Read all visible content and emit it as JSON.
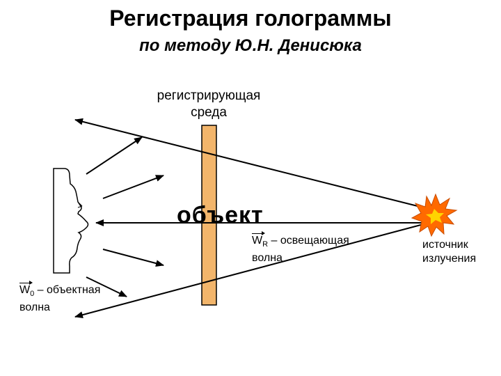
{
  "title": "Регистрация голограммы",
  "subtitle": "по методу Ю.Н. Денисюка",
  "medium": {
    "line1": "регистрирующая",
    "line2": "среда"
  },
  "object_label": "объект",
  "reference_wave": {
    "symbol": "W",
    "subscript": "R",
    "text": " – освещающая",
    "line2": "волна"
  },
  "object_wave": {
    "symbol": "W",
    "subscript": "0",
    "text": " – объектная",
    "line2": " волна"
  },
  "source": {
    "line1": "источник",
    "line2": "излучения"
  },
  "colors": {
    "plate_fill": "#f2b56b",
    "plate_stroke": "#000000",
    "burst_fill": "#ff6a00",
    "burst_core": "#ffd400"
  }
}
